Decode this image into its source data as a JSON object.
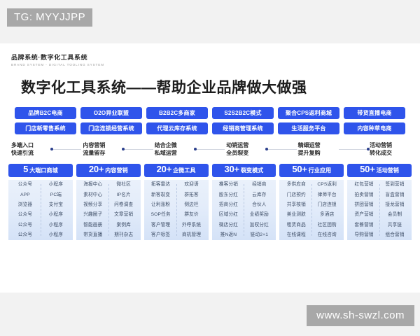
{
  "watermarks": {
    "top_tag": "TG: MYYJJPP",
    "bottom_url": "www.sh-swzl.com"
  },
  "header": {
    "brand_cn": "品牌系统·数字化工具系统",
    "brand_en": "BRAND SYSTEM - DIGITAL TOOLING SYSTEM",
    "title": "数字化工具系统——帮助企业品牌做大做强"
  },
  "pills": {
    "row1": [
      "品牌B2C电商",
      "O2O异业联盟",
      "B2B2C多商家",
      "S2S2B2C模式",
      "聚合CPS返利商城",
      "带货直播电商"
    ],
    "row2": [
      "门店新零售系统",
      "门店连锁经营系统",
      "代理云库存系统",
      "经销商管理系统",
      "生活服务平台",
      "内容种草电商"
    ]
  },
  "flow": [
    {
      "line1": "多端入口",
      "line2": "快速引流"
    },
    {
      "line1": "内容营销",
      "line2": "流量留存"
    },
    {
      "line1": "结合企微",
      "line2": "私域运营"
    },
    {
      "line1": "动销运营",
      "line2": "全员裂变"
    },
    {
      "line1": "精细运营",
      "line2": "提升复购"
    },
    {
      "line1": "活动营销",
      "line2": "转化成交"
    }
  ],
  "columns": [
    {
      "num": "5",
      "label": "大端口商城",
      "left": [
        "公众号",
        "APP",
        "浏览器",
        "公众号",
        "公众号",
        "公众号"
      ],
      "right": [
        "小程序",
        "PC端",
        "支付宝",
        "小程序",
        "小程序",
        "小程序"
      ]
    },
    {
      "num": "20+",
      "label": "内容营销",
      "left": [
        "海报中心",
        "素材中心",
        "视频分享",
        "兴趣圈子",
        "智能画册",
        "带货直播"
      ],
      "right": [
        "微社区",
        "IP名片",
        "问卷调查",
        "文章营销",
        "案例库",
        "期刊杂志"
      ]
    },
    {
      "num": "20+",
      "label": "企微工具",
      "left": [
        "拓客雷达",
        "新客裂变",
        "让利涨粉",
        "SOP任务",
        "客户管理",
        "客户标签"
      ],
      "right": [
        "欢迎语",
        "群拓客",
        "侧边栏",
        "群友价",
        "外呼系统",
        "商机管理"
      ]
    },
    {
      "num": "30+",
      "label": "裂变模式",
      "left": [
        "推客分销",
        "股东分红",
        "招商分红",
        "区域分红",
        "微店分红",
        "推N返N"
      ],
      "right": [
        "经销商",
        "云库存",
        "合伙人",
        "业绩奖励",
        "加权分红",
        "链动2+1"
      ]
    },
    {
      "num": "50+",
      "label": "行业应用",
      "left": [
        "多供应商",
        "门店预约",
        "共享核销",
        "美业测肤",
        "租赁商品",
        "在线课程"
      ],
      "right": [
        "CPS返利",
        "律师平台",
        "门店连锁",
        "多酒店",
        "社区团购",
        "在线咨询"
      ]
    },
    {
      "num": "50+",
      "label": "活动营销",
      "left": [
        "红包营销",
        "拍卖营销",
        "拼团营销",
        "资产营销",
        "套餐营销",
        "导购营销"
      ],
      "right": [
        "签到营销",
        "盲盒营销",
        "接龙营销",
        "会员制",
        "共享链",
        "组合营销"
      ]
    }
  ],
  "colors": {
    "accent": "#2f54eb",
    "page_background": "#f2f2f2",
    "card_background": "#ffffff",
    "watermark_background": "#a8a8a8",
    "flow_dot": "#2b3f8c"
  }
}
